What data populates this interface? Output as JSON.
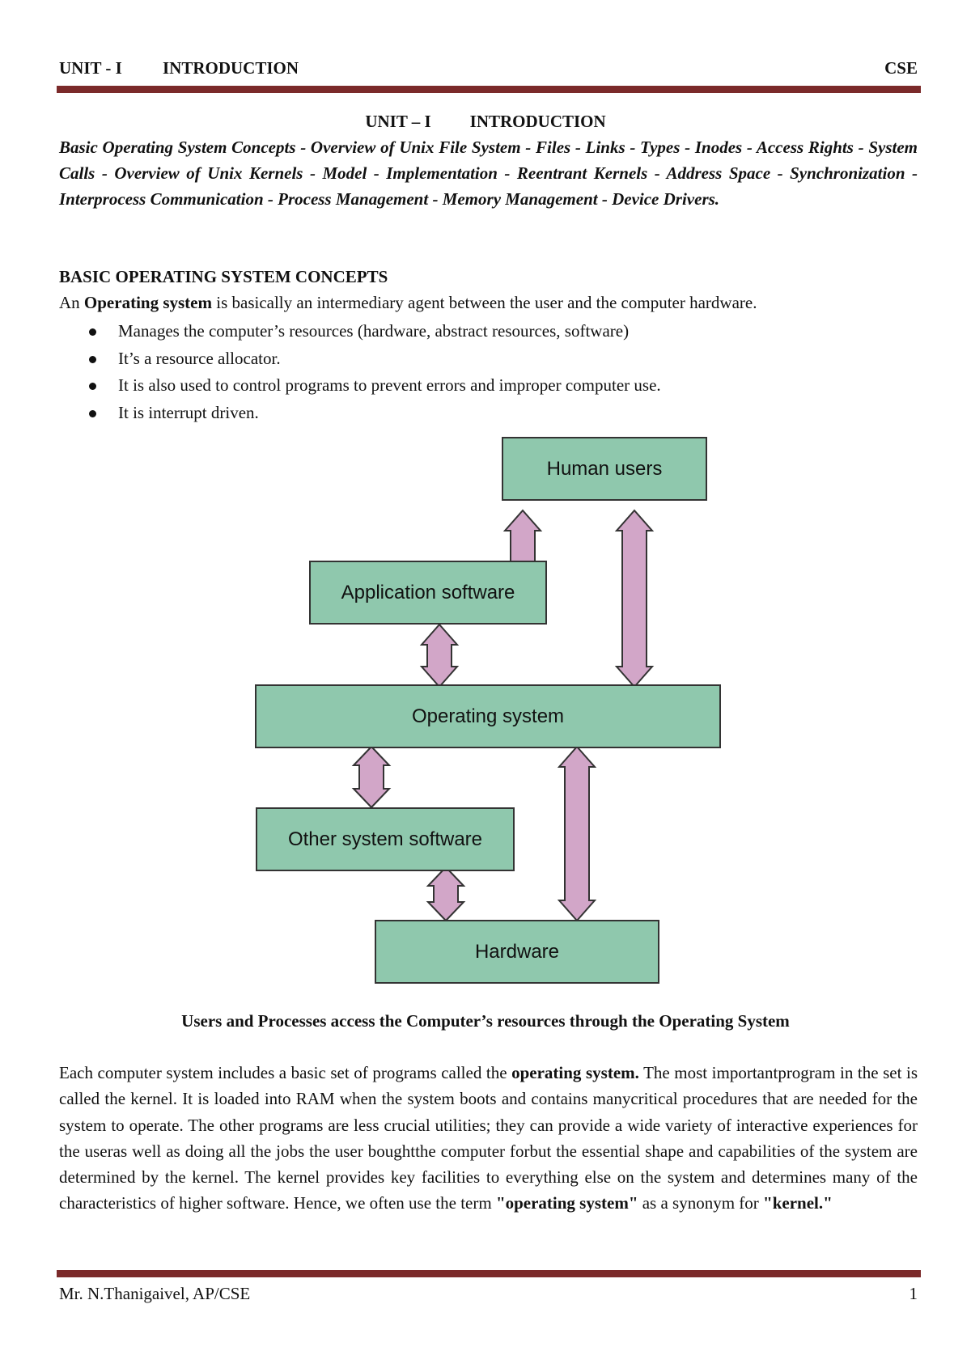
{
  "header": {
    "unit": "UNIT - I",
    "title": "INTRODUCTION",
    "dept": "CSE"
  },
  "unit_heading": {
    "unit": "UNIT – I",
    "title": "INTRODUCTION"
  },
  "topics": "Basic Operating System Concepts - Overview of Unix File System - Files - Links - Types - Inodes - Access Rights - System Calls - Overview of Unix Kernels - Model - Implementation - Reentrant Kernels - Address Space - Synchronization - Interprocess Communication - Process Management - Memory Management - Device Drivers.",
  "section": {
    "title": "BASIC OPERATING SYSTEM CONCEPTS",
    "intro_pre": "An ",
    "intro_bold": "Operating system",
    "intro_post": " is basically an intermediary agent between the user and the computer hardware.",
    "bullets": [
      "Manages the computer’s resources (hardware, abstract resources, software)",
      "It’s a resource allocator.",
      "It is also used to control programs to prevent errors and improper computer use.",
      "It is interrupt driven."
    ]
  },
  "diagram": {
    "nodes": {
      "human_users": "Human users",
      "application_software": "Application software",
      "operating_system": "Operating system",
      "other_system_software": "Other system software",
      "hardware": "Hardware"
    },
    "colors": {
      "box": "#8fc8ad",
      "arrow": "#d2a6c8"
    }
  },
  "caption": "Users and Processes access the Computer’s resources through the Operating System",
  "paragraph": {
    "p1": "Each computer system includes a basic set of programs called the ",
    "b1": "operating system.",
    "p2": " The most importantprogram in the set is called the kernel. It is loaded into RAM when the system boots and contains manycritical procedures that are needed for the system to operate. The other programs are less crucial utilities; they can provide a wide variety of interactive experiences for the useras well as doing all the jobs the user boughtthe computer forbut the essential shape and capabilities of the system are determined by the kernel. The kernel provides key facilities to everything else on the system and determines many of the characteristics of higher software. Hence, we often use the term ",
    "b2": "\"operating system\"",
    "p3": " as a synonym for ",
    "b3": "\"kernel.\""
  },
  "footer": {
    "author": "Mr. N.Thanigaivel, AP/CSE",
    "page": "1"
  }
}
